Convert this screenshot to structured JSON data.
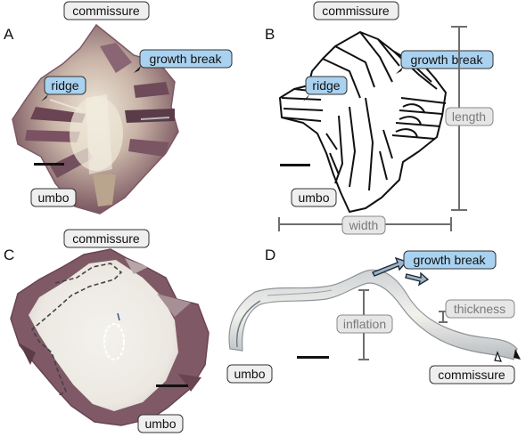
{
  "panels": {
    "A": {
      "letter": "A",
      "labels": {
        "commissure": "commissure",
        "growth_break": "growth break",
        "ridge": "ridge",
        "umbo": "umbo"
      }
    },
    "B": {
      "letter": "B",
      "labels": {
        "commissure": "commissure",
        "growth_break": "growth break",
        "ridge": "ridge",
        "umbo": "umbo",
        "length": "length",
        "width": "width"
      }
    },
    "C": {
      "letter": "C",
      "labels": {
        "commissure": "commissure",
        "umbo": "umbo"
      }
    },
    "D": {
      "letter": "D",
      "labels": {
        "growth_break": "growth break",
        "inflation": "inflation",
        "thickness": "thickness",
        "umbo": "umbo",
        "commissure": "commissure"
      }
    }
  },
  "colors": {
    "highlight_label_fill": "#a9d2f0",
    "plain_label_fill": "#efefef",
    "measure_label_fill": "#e6e6e6",
    "measure_text": "#7a7a7a",
    "measure_line": "#6e6e6e",
    "shell_dark": "#6a4452",
    "shell_mid": "#a07a86",
    "shell_light": "#e9e4dc",
    "interior": "#f1efea"
  }
}
